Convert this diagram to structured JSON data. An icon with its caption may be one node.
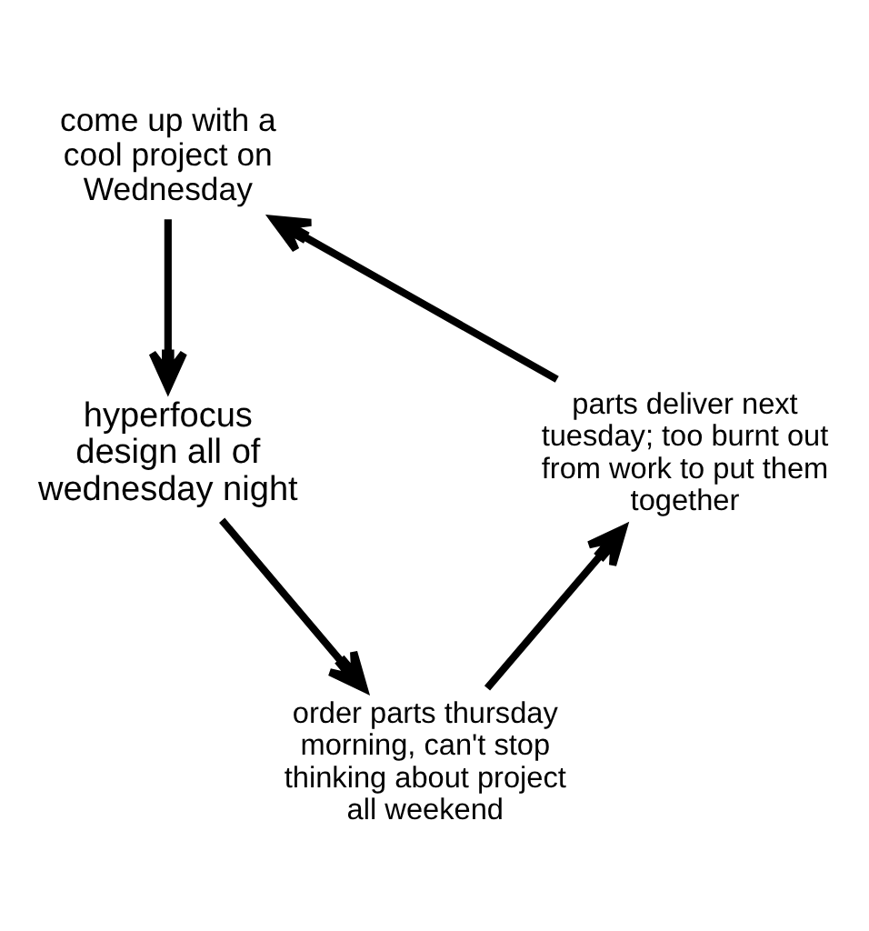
{
  "diagram": {
    "nodes": [
      {
        "text": [
          "come up with a cool project on Wednesday"
        ]
      },
      {
        "text": [
          "hyperfocus design all of wednesday night"
        ]
      },
      {
        "text": [
          "order parts thursday morning, can't stop thinking about project all weekend"
        ]
      },
      {
        "text": [
          "parts deliver next tuesday; too burnt out from work to put them together"
        ]
      }
    ],
    "edges": [
      {
        "from": 0,
        "to": 1,
        "arrow": "to"
      },
      {
        "from": 1,
        "to": 2,
        "arrow": "to"
      },
      {
        "from": 2,
        "to": 3,
        "arrow": "to"
      },
      {
        "from": 3,
        "to": 0,
        "arrow": "to"
      }
    ]
  }
}
